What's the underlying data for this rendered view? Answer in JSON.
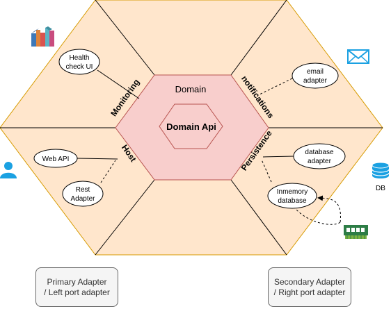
{
  "diagram": {
    "core": {
      "title": "Domain",
      "api": "Domain Api"
    },
    "sides": {
      "monitoring": "Monitoring",
      "notifications": "notifications",
      "host": "Host",
      "persistence": "Persistence"
    },
    "nodes": {
      "health_check": {
        "line1": "Health",
        "line2": "check UI"
      },
      "email": {
        "line1": "email",
        "line2": "adapter"
      },
      "web_api": {
        "line1": "Web API"
      },
      "rest": {
        "line1": "Rest",
        "line2": "Adapter"
      },
      "database": {
        "line1": "database",
        "line2": "adapter"
      },
      "inmemory": {
        "line1": "Inmemory",
        "line2": "database"
      }
    },
    "icons": {
      "chart": "bar-chart-icon",
      "mail": "mail-icon",
      "user": "user-icon",
      "db": "database-icon",
      "memory": "memory-icon"
    },
    "db_label": "DB",
    "primary_adapter": {
      "line1": "Primary Adapter",
      "line2": "/ Left port adapter"
    },
    "secondary_adapter": {
      "line1": "Secondary Adapter",
      "line2": "/ Right port adapter"
    },
    "colors": {
      "outer_fill": "#FFE6CC",
      "outer_stroke": "#D79B00",
      "inner_fill": "#F8CECC",
      "inner_stroke": "#B85450",
      "icon_blue": "#1BA1E2"
    }
  }
}
